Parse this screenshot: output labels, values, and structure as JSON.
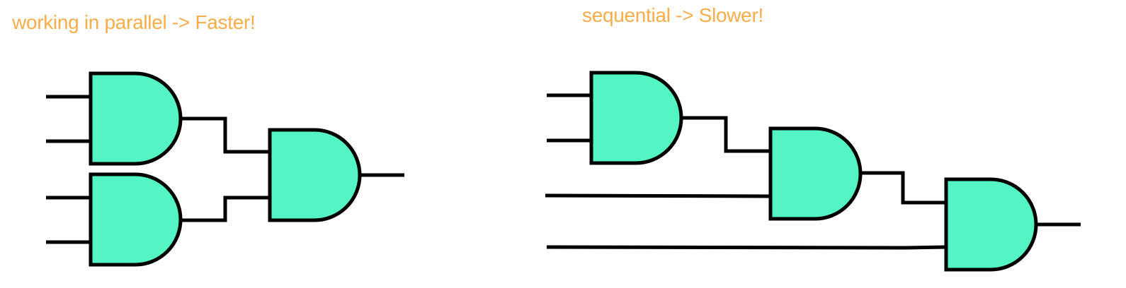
{
  "captions": {
    "parallel": "working in parallel -> Faster!",
    "sequential": "sequential -> Slower!"
  },
  "colors": {
    "caption": "#f8ad4a",
    "gate_fill": "#52f5c3",
    "stroke": "#000000",
    "background": "#ffffff"
  },
  "gate_type": "and-gate-icon",
  "circuits": [
    {
      "name": "parallel",
      "gate_count": 3,
      "input_count": 4
    },
    {
      "name": "sequential",
      "gate_count": 3,
      "input_count": 4
    }
  ]
}
